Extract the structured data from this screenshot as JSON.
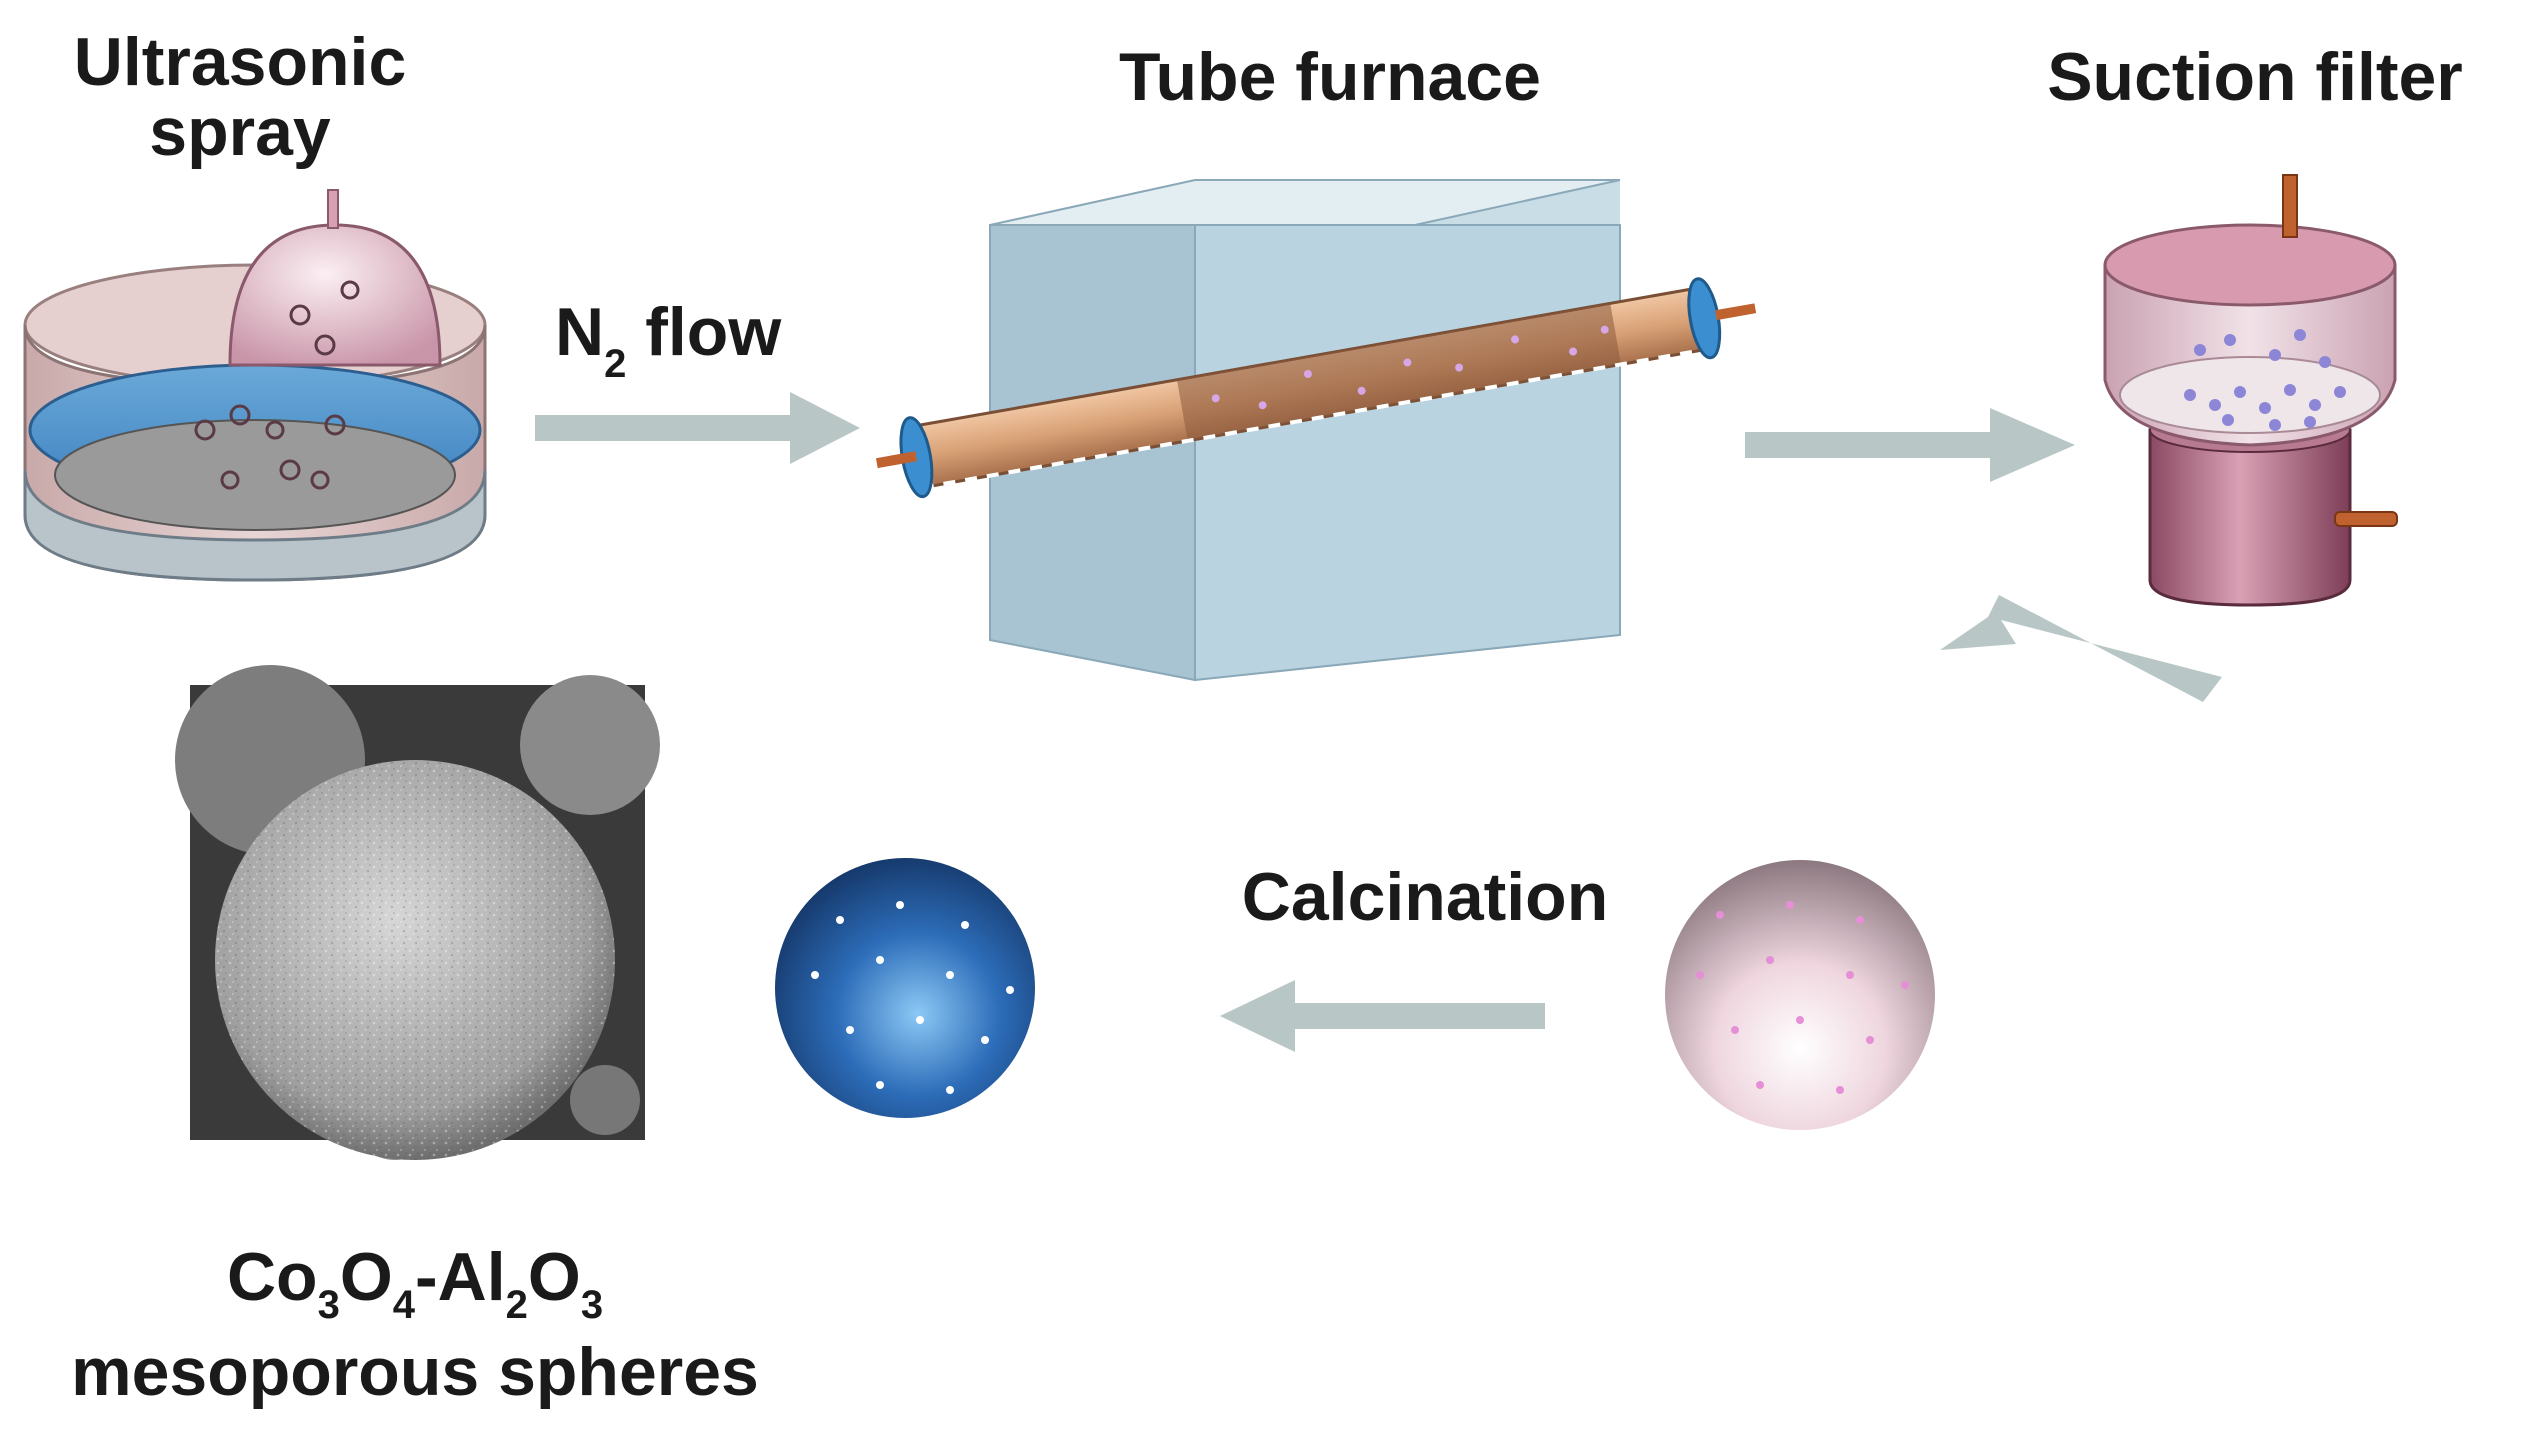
{
  "labels": {
    "ultrasonic_line1": "Ultrasonic",
    "ultrasonic_line2": "spray",
    "tube_furnace": "Tube furnace",
    "suction_filter": "Suction filter",
    "n2_main": "N",
    "n2_sub": "2",
    "n2_rest": " flow",
    "calcination": "Calcination",
    "product_line1_parts": [
      {
        "t": "Co",
        "sub": false
      },
      {
        "t": "3",
        "sub": true
      },
      {
        "t": "O",
        "sub": false
      },
      {
        "t": "4",
        "sub": true
      },
      {
        "t": "-Al",
        "sub": false
      },
      {
        "t": "2",
        "sub": true
      },
      {
        "t": "O",
        "sub": false
      },
      {
        "t": "3",
        "sub": true
      }
    ],
    "product_line2": "mesoporous spheres"
  },
  "colors": {
    "arrow": "#b9c6c6",
    "furnace_front": "#b9d3e0",
    "tube_copper": "#d9a176",
    "tube_cap_blue": "#3b8fd0",
    "filter_pink": "#d9a0b4",
    "sphere_blue": "#2c6cb8",
    "sphere_pink": "#f2dde6",
    "sem_gray": "#9a9a9a"
  },
  "icons": [
    "ultrasonic-spray-bath-icon",
    "tube-furnace-icon",
    "suction-filter-icon",
    "precursor-sphere-icon",
    "calcined-sphere-icon",
    "sem-image"
  ]
}
